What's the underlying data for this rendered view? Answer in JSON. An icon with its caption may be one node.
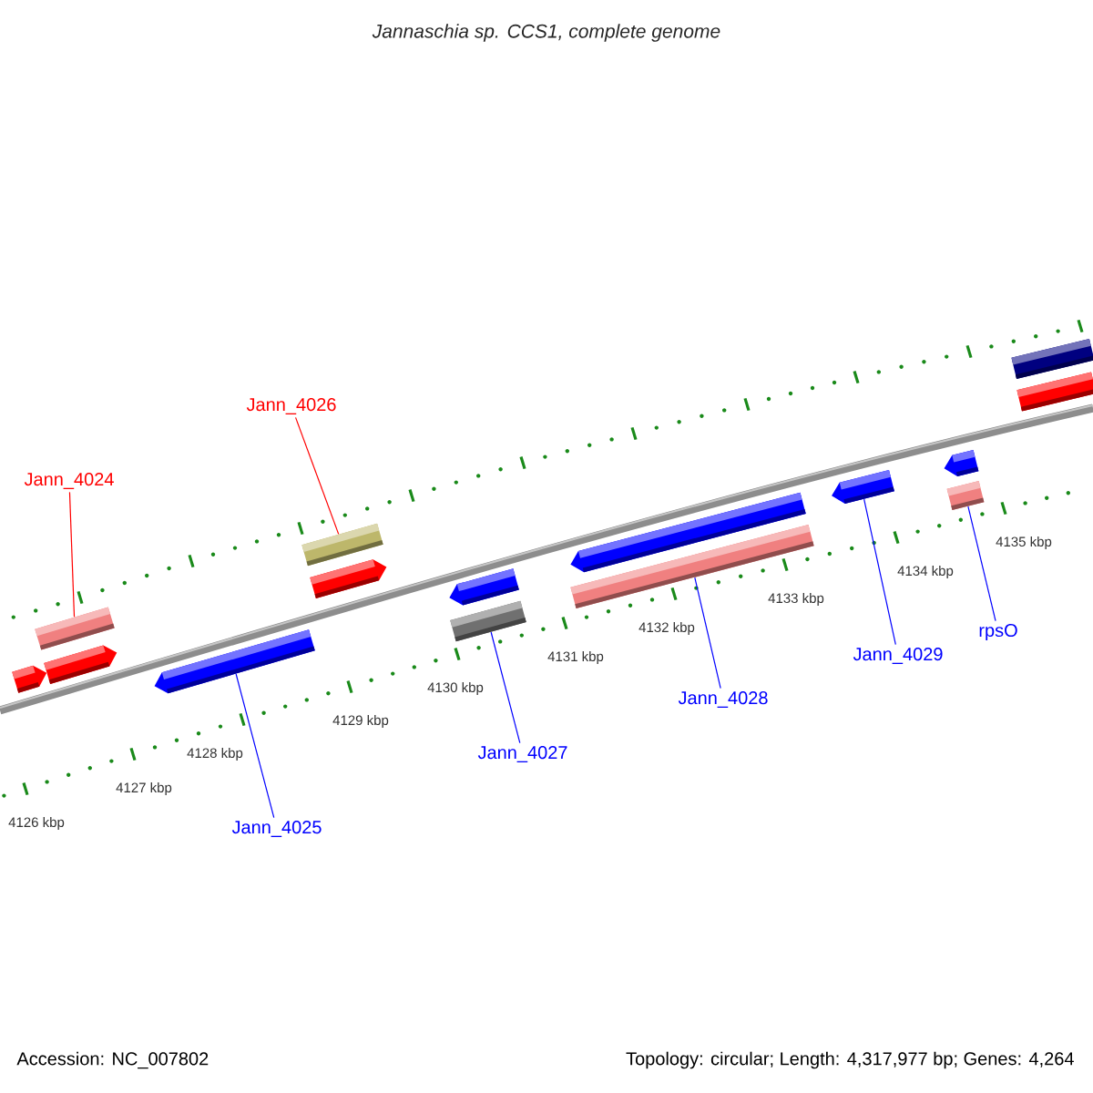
{
  "diagram": {
    "title": "Jannaschia sp. CCS1, complete genome",
    "nodes": [
      {
        "text": [
          "Jann_4024"
        ]
      },
      {
        "text": [
          "Jann_4026"
        ]
      },
      {
        "text": [
          "Jann_4025"
        ]
      },
      {
        "text": [
          "Jann_4027"
        ]
      },
      {
        "text": [
          "Jann_4028"
        ]
      },
      {
        "text": [
          "Jann_4029"
        ]
      },
      {
        "text": [
          "rpsO"
        ]
      },
      {
        "text": [],
        "shape": "pentagon"
      },
      {
        "text": [],
        "shape": "pentagon"
      },
      {
        "text": [],
        "shape": "bar"
      },
      {
        "text": [],
        "shape": "pentagon"
      },
      {
        "text": [],
        "shape": "bar"
      },
      {
        "text": [],
        "shape": "pentagon"
      },
      {
        "text": [],
        "shape": "pentagon"
      },
      {
        "text": [],
        "shape": "bar"
      },
      {
        "text": [],
        "shape": "pentagon"
      },
      {
        "text": [],
        "shape": "bar"
      },
      {
        "text": [],
        "shape": "pentagon"
      },
      {
        "text": [],
        "shape": "pentagon"
      },
      {
        "text": [],
        "shape": "bar"
      },
      {
        "text": [],
        "shape": "bar"
      },
      {
        "text": [],
        "shape": "bar"
      }
    ],
    "edges": [
      {
        "from": 0,
        "to": 9,
        "arrow": "none",
        "color": "#ff0000"
      },
      {
        "from": 1,
        "to": 11,
        "arrow": "none",
        "color": "#ff0000"
      },
      {
        "from": 2,
        "to": 10,
        "arrow": "none"
      },
      {
        "from": 3,
        "to": 14,
        "arrow": "none"
      },
      {
        "from": 4,
        "to": 16,
        "arrow": "none"
      },
      {
        "from": 5,
        "to": 17,
        "arrow": "none"
      },
      {
        "from": 6,
        "to": 19,
        "arrow": "none"
      }
    ],
    "labels": [
      "4126 kbp",
      "4127 kbp",
      "4128 kbp",
      "4129 kbp",
      "4130 kbp",
      "4131 kbp",
      "4132 kbp",
      "4133 kbp",
      "4134 kbp",
      "4135 kbp",
      "Accession: NC_007802",
      "Topology: circular; Length: 4,317,977 bp; Genes: 4,264"
    ]
  }
}
